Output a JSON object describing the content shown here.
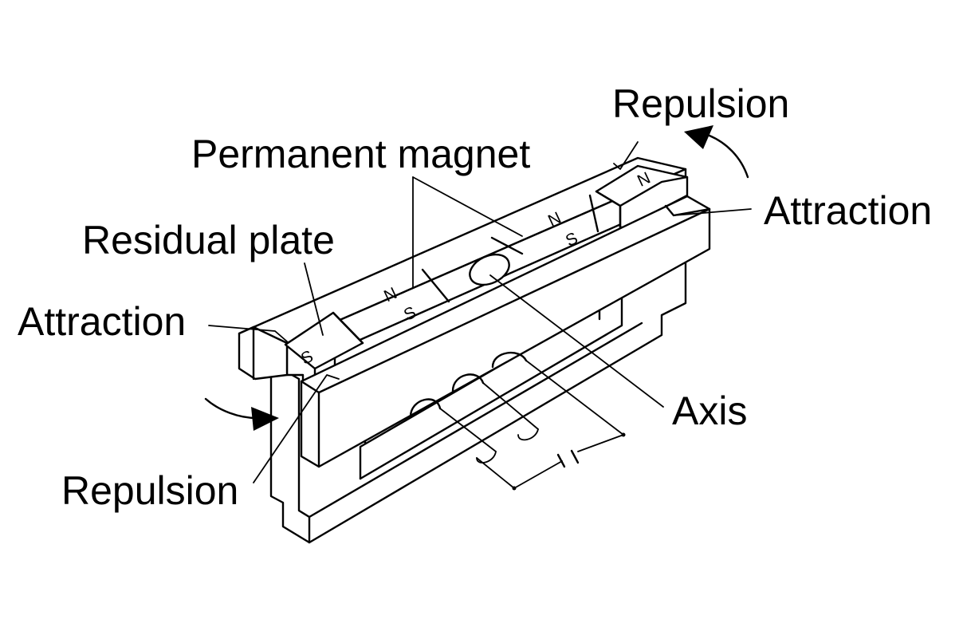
{
  "labels": {
    "permanent_magnet": "Permanent magnet",
    "residual_plate": "Residual plate",
    "attraction_left": "Attraction",
    "attraction_right": "Attraction",
    "repulsion_top": "Repulsion",
    "repulsion_bottom": "Repulsion",
    "axis": "Axis"
  },
  "poles": {
    "left_end_s": "S",
    "center_magnet_n": "N",
    "center_magnet_s": "S",
    "right_magnet_n": "N",
    "right_magnet_s": "S",
    "right_end_n": "N"
  },
  "colors": {
    "stroke": "#000000",
    "background": "#ffffff"
  },
  "icons": [
    "curved-arrow-icon"
  ]
}
